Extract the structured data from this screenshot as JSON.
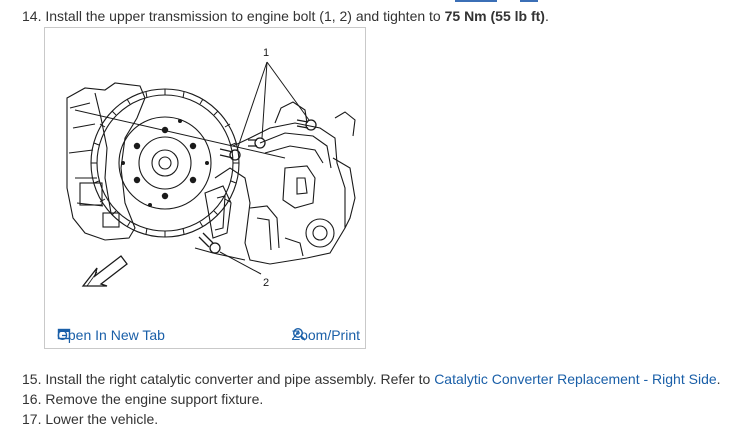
{
  "steps": {
    "s14": {
      "num": "14.",
      "text_before": "Install the upper transmission to engine bolt (1, 2) and tighten to",
      "torque": "75 Nm (55 lb ft)",
      "text_after": "."
    },
    "s15": {
      "num": "15.",
      "text_before": "Install the right catalytic converter and pipe assembly. Refer to",
      "link": "Catalytic Converter Replacement - Right Side",
      "text_after": "."
    },
    "s16": {
      "num": "16.",
      "text": "Remove the engine support fixture."
    },
    "s17": {
      "num": "17.",
      "text": "Lower the vehicle."
    }
  },
  "figure": {
    "callout_1": "1",
    "callout_2": "2",
    "open_label": "Open In New Tab",
    "zoom_label": "Zoom/Print",
    "open_icon": "open-in-new-tab-icon",
    "zoom_icon": "zoom-icon"
  },
  "colors": {
    "text": "#333333",
    "link": "#1a5fa8",
    "border": "#c9c9c9"
  }
}
